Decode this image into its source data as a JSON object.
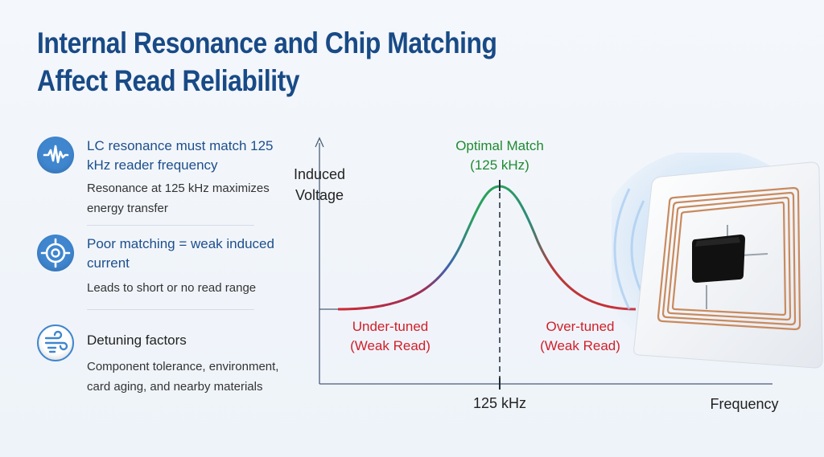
{
  "title": {
    "line1": "Internal Resonance and Chip Matching",
    "line2": "Affect Read Reliability"
  },
  "features": [
    {
      "icon": "waveform-icon",
      "heading": "LC resonance must match 125 kHz reader frequency",
      "detail": "Resonance at 125 kHz maximizes energy transfer"
    },
    {
      "icon": "target-icon",
      "heading": "Poor matching = weak induced current",
      "detail": "Leads to short or no read range"
    },
    {
      "icon": "wind-icon",
      "heading": "Detuning factors",
      "detail": "Component tolerance, environment, card aging, and nearby materials"
    }
  ],
  "diagram": {
    "y_label_1": "Induced",
    "y_label_2": "Voltage",
    "x_label": "Frequency",
    "peak_tick": "125 kHz",
    "peak_label_1": "Optimal Match",
    "peak_label_2": "(125 kHz)",
    "left_label_1": "Under-tuned",
    "left_label_2": "(Weak Read)",
    "right_label_1": "Over-tuned",
    "right_label_2": "(Weak Read)"
  },
  "colors": {
    "title": "#184a86",
    "accent_blue": "#3f86cf",
    "weak": "#d11f2a",
    "optimal": "#1f8a32",
    "coil": "#c98a5e"
  }
}
